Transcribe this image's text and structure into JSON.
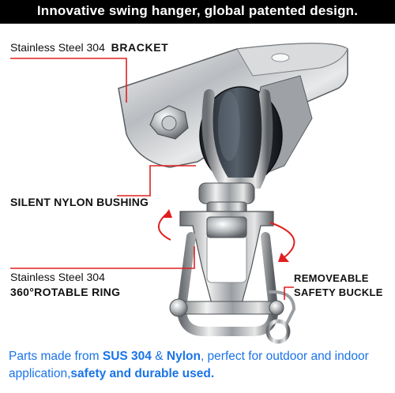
{
  "banner": {
    "text": "Innovative swing hanger, global patented design."
  },
  "labels": {
    "bracket_prefix": "Stainless Steel 304",
    "bracket_name": "BRACKET",
    "bushing": "SILENT NYLON BUSHING",
    "ring_prefix": "Stainless Steel 304",
    "ring_name": "360°ROTABLE RING",
    "buckle_line1": "REMOVEABLE",
    "buckle_line2": "SAFETY BUCKLE"
  },
  "footer": {
    "part1": "Parts made from ",
    "sus": "SUS 304",
    "amp": " & ",
    "nylon": "Nylon",
    "part2": ", perfect for outdoor and indoor application,",
    "highlight": "safety and durable used."
  },
  "colors": {
    "accent_red": "#e02020",
    "text_blue": "#1a73e8",
    "banner_bg": "#000000"
  }
}
